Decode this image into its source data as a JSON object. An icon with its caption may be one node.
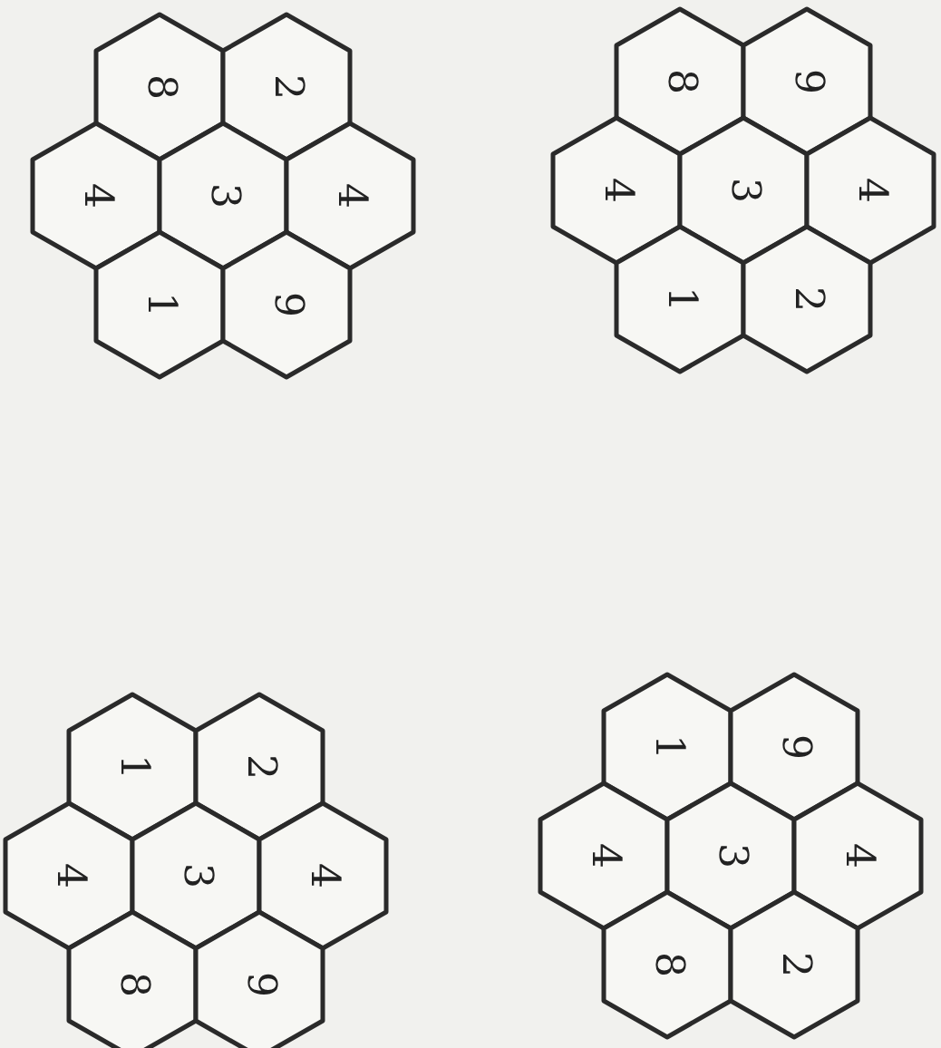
{
  "diagram": {
    "nodes": [
      {
        "text": [
          "8"
        ]
      },
      {
        "text": [
          "2"
        ]
      },
      {
        "text": [
          "4"
        ]
      },
      {
        "text": [
          "3"
        ]
      },
      {
        "text": [
          "4"
        ]
      },
      {
        "text": [
          "1"
        ]
      },
      {
        "text": [
          "9"
        ]
      },
      {
        "text": [
          "8"
        ]
      },
      {
        "text": [
          "9"
        ]
      },
      {
        "text": [
          "4"
        ]
      },
      {
        "text": [
          "3"
        ]
      },
      {
        "text": [
          "4"
        ]
      },
      {
        "text": [
          "1"
        ]
      },
      {
        "text": [
          "2"
        ]
      },
      {
        "text": [
          "1"
        ]
      },
      {
        "text": [
          "2"
        ]
      },
      {
        "text": [
          "4"
        ]
      },
      {
        "text": [
          "3"
        ]
      },
      {
        "text": [
          "4"
        ]
      },
      {
        "text": [
          "8"
        ]
      },
      {
        "text": [
          "9"
        ]
      },
      {
        "text": [
          "1"
        ]
      },
      {
        "text": [
          "9"
        ]
      },
      {
        "text": [
          "4"
        ]
      },
      {
        "text": [
          "3"
        ]
      },
      {
        "text": [
          "4"
        ]
      },
      {
        "text": [
          "8"
        ]
      },
      {
        "text": [
          "2"
        ]
      }
    ]
  }
}
